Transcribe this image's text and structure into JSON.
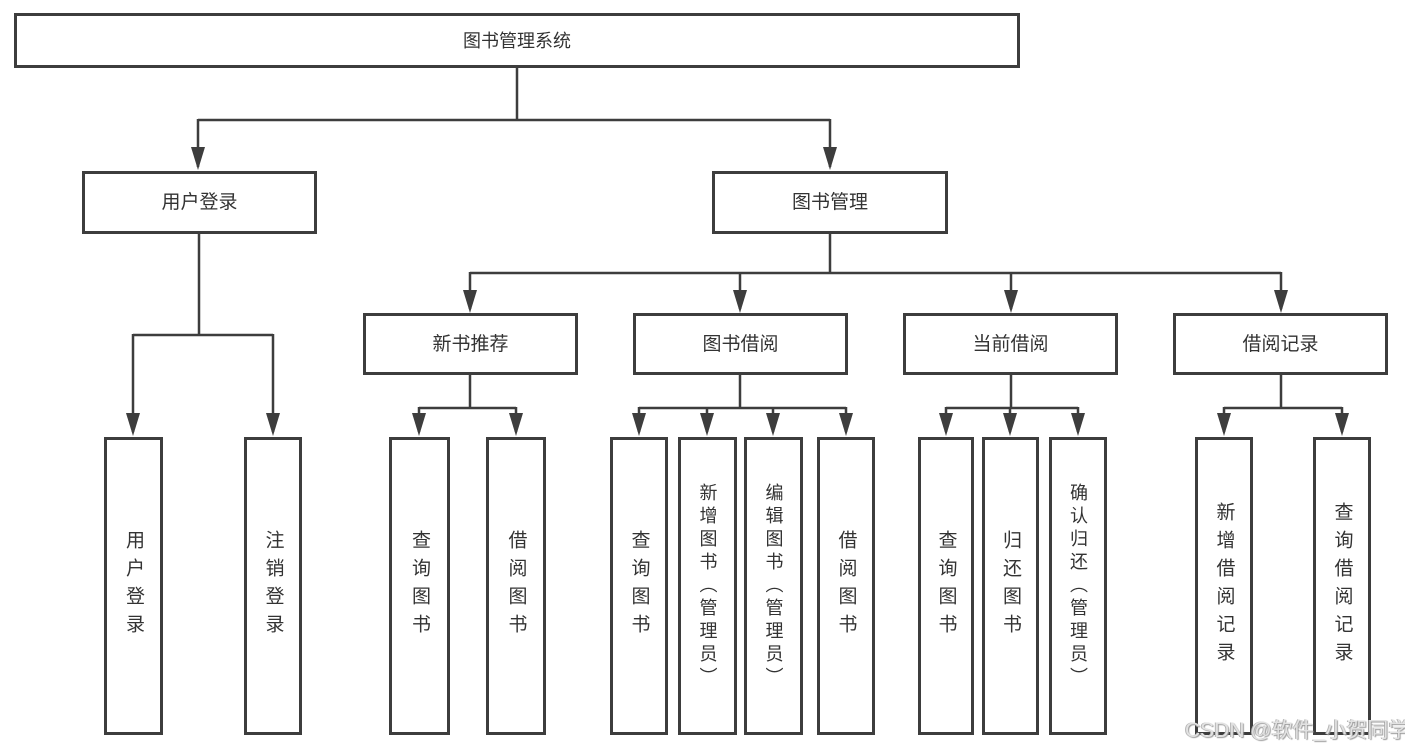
{
  "diagram_title": "图书管理系统",
  "nodes": {
    "root": "图书管理系统",
    "user_login_branch": "用户登录",
    "book_mgmt": "图书管理",
    "new_book_rec": "新书推荐",
    "book_borrow": "图书借阅",
    "current_borrow": "当前借阅",
    "borrow_records": "借阅记录",
    "leaf_user_login": "用户登录",
    "leaf_logout": "注销登录",
    "leaf_nbr_query": "查询图书",
    "leaf_nbr_borrow": "借阅图书",
    "leaf_bb_query": "查询图书",
    "leaf_bb_add": "新增图书（管理员）",
    "leaf_bb_edit": "编辑图书（管理员）",
    "leaf_bb_borrow": "借阅图书",
    "leaf_cb_query": "查询图书",
    "leaf_cb_return": "归还图书",
    "leaf_cb_confirm": "确认归还（管理员）",
    "leaf_br_add": "新增借阅记录",
    "leaf_br_query": "查询借阅记录"
  },
  "tree": {
    "root": [
      "user_login_branch",
      "book_mgmt"
    ],
    "user_login_branch": [
      "leaf_user_login",
      "leaf_logout"
    ],
    "book_mgmt": [
      "new_book_rec",
      "book_borrow",
      "current_borrow",
      "borrow_records"
    ],
    "new_book_rec": [
      "leaf_nbr_query",
      "leaf_nbr_borrow"
    ],
    "book_borrow": [
      "leaf_bb_query",
      "leaf_bb_add",
      "leaf_bb_edit",
      "leaf_bb_borrow"
    ],
    "current_borrow": [
      "leaf_cb_query",
      "leaf_cb_return",
      "leaf_cb_confirm"
    ],
    "borrow_records": [
      "leaf_br_add",
      "leaf_br_query"
    ]
  },
  "watermark": "CSDN @软件_小贺同学",
  "colors": {
    "line": "#3d3d3d",
    "text": "#333333",
    "background": "#ffffff",
    "watermark": "#e2e2e2"
  }
}
